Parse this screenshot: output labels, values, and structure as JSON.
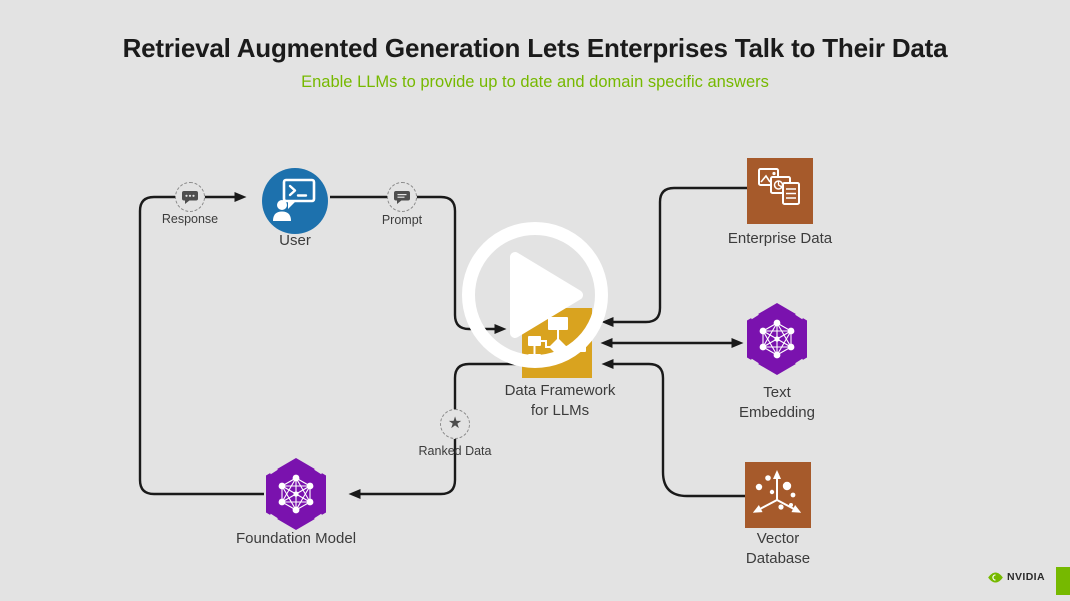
{
  "slide": {
    "title": "Retrieval Augmented Generation Lets Enterprises Talk to Their Data",
    "subtitle": "Enable LLMs to provide up to date and domain specific answers"
  },
  "colors": {
    "background": "#e3e3e3",
    "title_text": "#1b1b1b",
    "subtitle_green": "#76b900",
    "connector_line": "#1a1a1a",
    "user_blue": "#1d71ad",
    "data_brown": "#a65a2b",
    "model_purple": "#7a12ae",
    "framework_gold": "#d9a31f",
    "label_text": "#3c3c3c",
    "nvidia_green": "#76b900"
  },
  "diagram": {
    "nodes": {
      "user": {
        "label": "User",
        "icon": "chat-terminal-user-icon"
      },
      "data_framework": {
        "label": "Data Framework\nfor LLMs",
        "icon": "flowchart-icon"
      },
      "enterprise_data": {
        "label": "Enterprise Data",
        "icon": "stacked-documents-icon"
      },
      "text_embedding": {
        "label": "Text\nEmbedding",
        "icon": "neural-network-hexagon-icon"
      },
      "vector_database": {
        "label": "Vector\nDatabase",
        "icon": "3d-scatter-axes-icon"
      },
      "foundation_model": {
        "label": "Foundation Model",
        "icon": "neural-network-hexagon-icon"
      }
    },
    "badges": {
      "response": {
        "label": "Response",
        "icon": "chat-dots-icon"
      },
      "prompt": {
        "label": "Prompt",
        "icon": "chat-lines-icon"
      },
      "ranked_data": {
        "label": "Ranked Data",
        "icon": "star-icon",
        "glyph": "★"
      }
    }
  },
  "player": {
    "play_icon": "play-icon"
  },
  "footer": {
    "brand": "NVIDIA"
  }
}
